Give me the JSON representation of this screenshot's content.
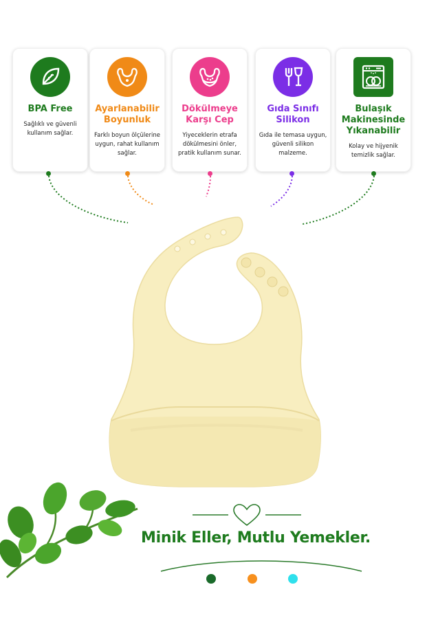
{
  "features": [
    {
      "title": "BPA Free",
      "desc": "Sağlıklı ve güvenli kullanım sağlar.",
      "color": "#1e7b1e",
      "icon": "leaf-icon"
    },
    {
      "title": "Ayarlanabilir Boyunluk",
      "desc": "Farklı boyun ölçülerine uygun, rahat kullanım sağlar.",
      "color": "#f08a17",
      "icon": "bib-icon"
    },
    {
      "title": "Dökülmeye Karşı Cep",
      "desc": "Yiyeceklerin etrafa dökülmesini önler, pratik kullanım sunar.",
      "color": "#ec3d8c",
      "icon": "bib-pocket-icon"
    },
    {
      "title": "Gıda Sınıfı Silikon",
      "desc": "Gıda ile temasa uygun, güvenli silikon malzeme.",
      "color": "#7b2ee6",
      "icon": "fork-glass-icon"
    },
    {
      "title": "Bulaşık Makinesinde Yıkanabilir",
      "desc": "Kolay ve hijyenik temizlik sağlar.",
      "color": "#1e7b1e",
      "icon": "dishwasher-icon"
    }
  ],
  "slogan": "Minik Eller, Mutlu Yemekler.",
  "product": {
    "color": "#f8eec0",
    "shade": "#efe1a7"
  },
  "color_options": [
    "#1a6a2a",
    "#f7901e",
    "#2ee0ec"
  ]
}
